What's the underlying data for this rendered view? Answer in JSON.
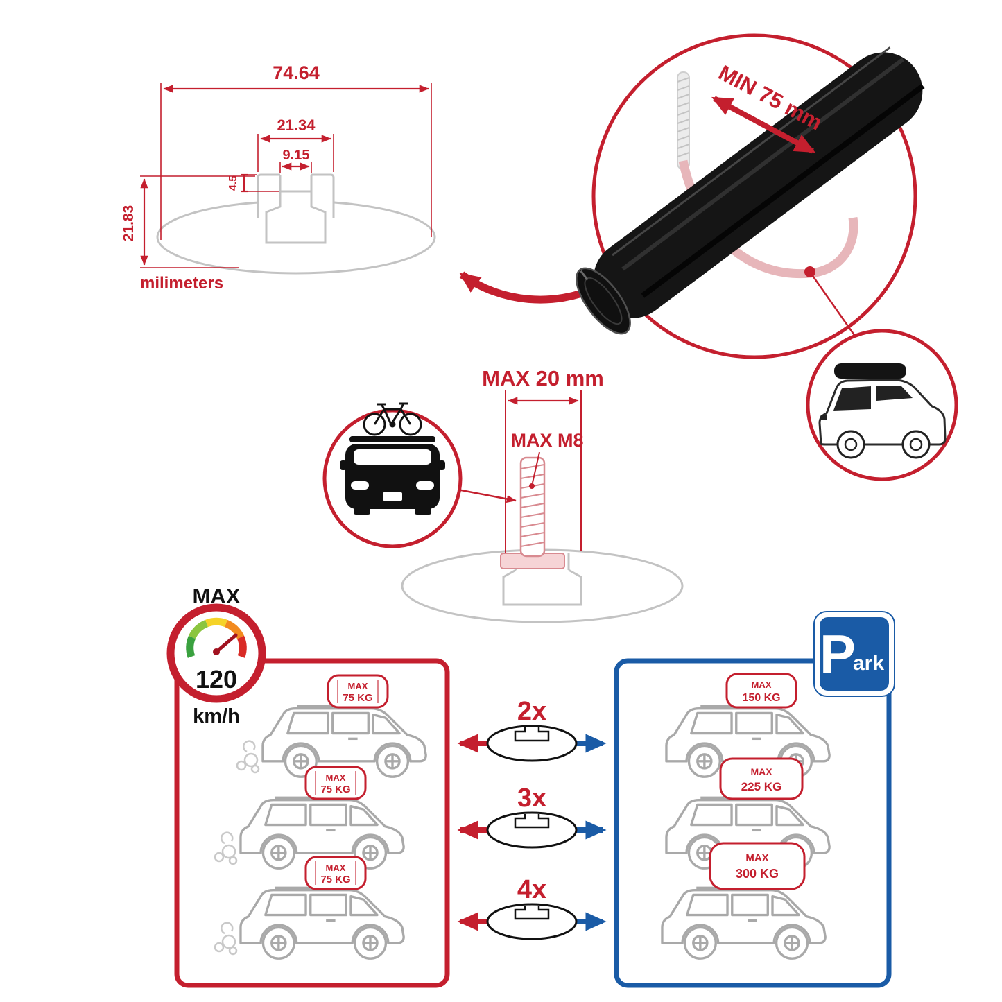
{
  "colors": {
    "red": "#c41f2e",
    "blue": "#1a5ba6",
    "gray": "#c3c3c3",
    "black": "#111111"
  },
  "profile": {
    "total_width": "74.64",
    "channel_width": "21.34",
    "slot_width": "9.15",
    "slot_depth": "4.5",
    "total_height": "21.83",
    "units": "milimeters"
  },
  "clamp": {
    "min_clearance": "MIN 75 mm"
  },
  "bolt": {
    "max_length": "MAX 20 mm",
    "max_thread": "MAX M8"
  },
  "speed": {
    "label": "MAX",
    "value": "120",
    "unit": "km/h"
  },
  "multipliers": [
    "2x",
    "3x",
    "4x"
  ],
  "driving_cars": [
    {
      "max": "MAX",
      "load": "75 KG"
    },
    {
      "max": "MAX",
      "load": "75 KG"
    },
    {
      "max": "MAX",
      "load": "75 KG"
    }
  ],
  "parked_cars": [
    {
      "max": "MAX",
      "load": "150 KG"
    },
    {
      "max": "MAX",
      "load": "225 KG"
    },
    {
      "max": "MAX",
      "load": "300 KG"
    }
  ],
  "park_sign": {
    "letter": "P",
    "suffix": "ark"
  }
}
